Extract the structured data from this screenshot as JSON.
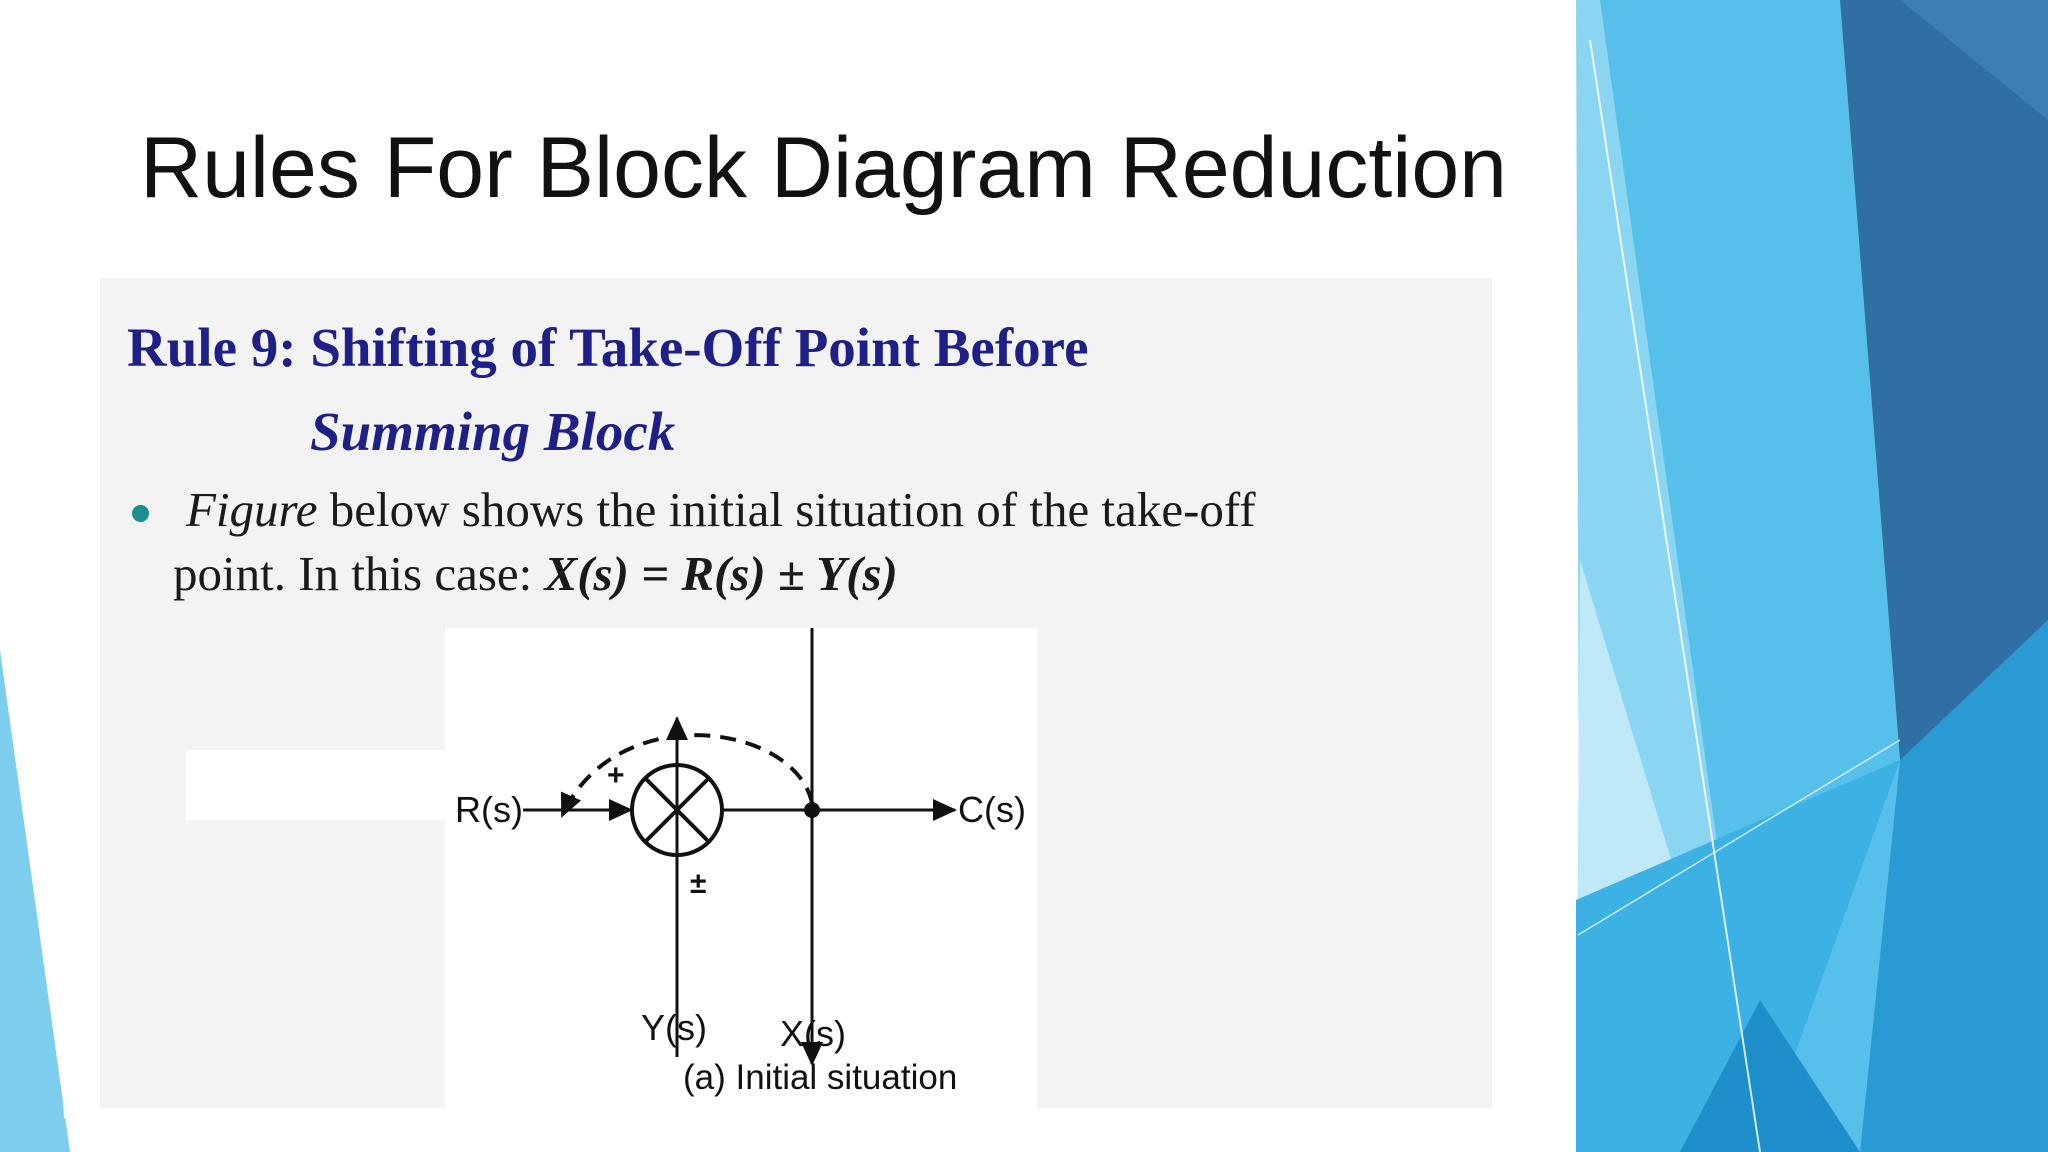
{
  "slide": {
    "title": "Rules For Block Diagram Reduction"
  },
  "content": {
    "rule_heading": "Rule 9: Shifting of Take-Off Point Before",
    "rule_heading_line2": "Summing  Block",
    "bullet": {
      "figure_word": "Figure",
      "line1_rest": " below shows the initial situation of the take-off",
      "line2": "point. In this case: ",
      "equation": "X(s) = R(s) ± Y(s)"
    }
  },
  "diagram": {
    "input_label": "R(s)",
    "output_label": "C(s)",
    "bottom_input_label": "Y(s)",
    "takeoff_label": "X(s)",
    "plus_sign": "+",
    "plusminus_sign": "±",
    "caption": "(a) Initial situation"
  },
  "colors": {
    "heading": "#1f1f88",
    "bullet": "#1b8f8f",
    "theme_dark_blue": "#2f6fa3",
    "theme_light_blue": "#7ccdee"
  }
}
